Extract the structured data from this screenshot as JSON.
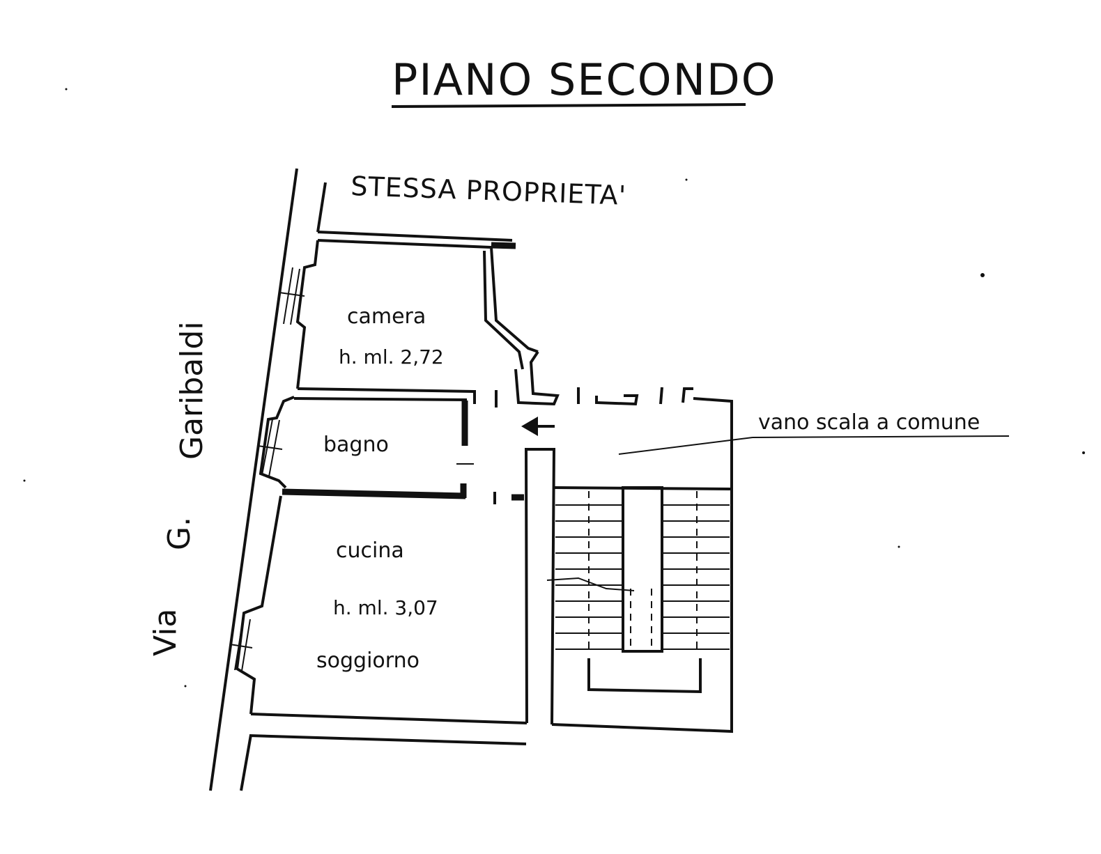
{
  "title": "PIANO SECONDO",
  "adjacent_label": "STESSA PROPRIETA'",
  "street": {
    "word1": "Via",
    "word2": "G.",
    "word3": "Garibaldi"
  },
  "rooms": {
    "camera": {
      "name": "camera",
      "height": "h. ml. 2,72"
    },
    "bagno": {
      "name": "bagno"
    },
    "cucina": {
      "name": "cucina",
      "height": "h. ml. 3,07",
      "name2": "soggiorno"
    }
  },
  "stair_label": "vano scala a comune"
}
